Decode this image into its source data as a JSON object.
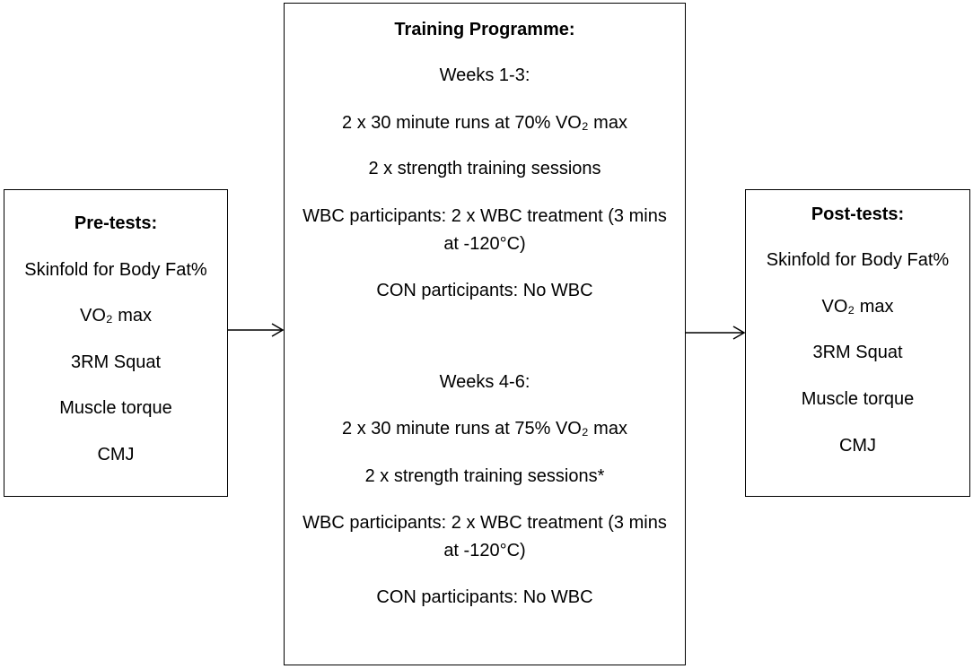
{
  "pre_tests": {
    "title": "Pre-tests:",
    "items": [
      "Skinfold for Body Fat%",
      "VO₂ max",
      "3RM Squat",
      "Muscle torque",
      "CMJ"
    ]
  },
  "training_programme": {
    "title": "Training Programme:",
    "phase1": {
      "heading": "Weeks 1-3:",
      "runs": "2 x 30 minute runs at 70% VO₂ max",
      "strength": "2 x strength training sessions",
      "wbc_line1": "WBC participants: 2 x WBC treatment (3 mins",
      "wbc_line2": "at -120°C)",
      "con": "CON participants: No WBC"
    },
    "phase2": {
      "heading": "Weeks 4-6:",
      "runs": "2 x 30 minute runs at 75% VO₂ max",
      "strength": "2 x strength training sessions*",
      "wbc_line1": "WBC participants: 2 x WBC treatment (3 mins",
      "wbc_line2": "at -120°C)",
      "con": "CON participants: No WBC"
    }
  },
  "post_tests": {
    "title": "Post-tests:",
    "items": [
      "Skinfold for Body Fat%",
      "VO₂ max",
      "3RM Squat",
      "Muscle torque",
      "CMJ"
    ]
  }
}
